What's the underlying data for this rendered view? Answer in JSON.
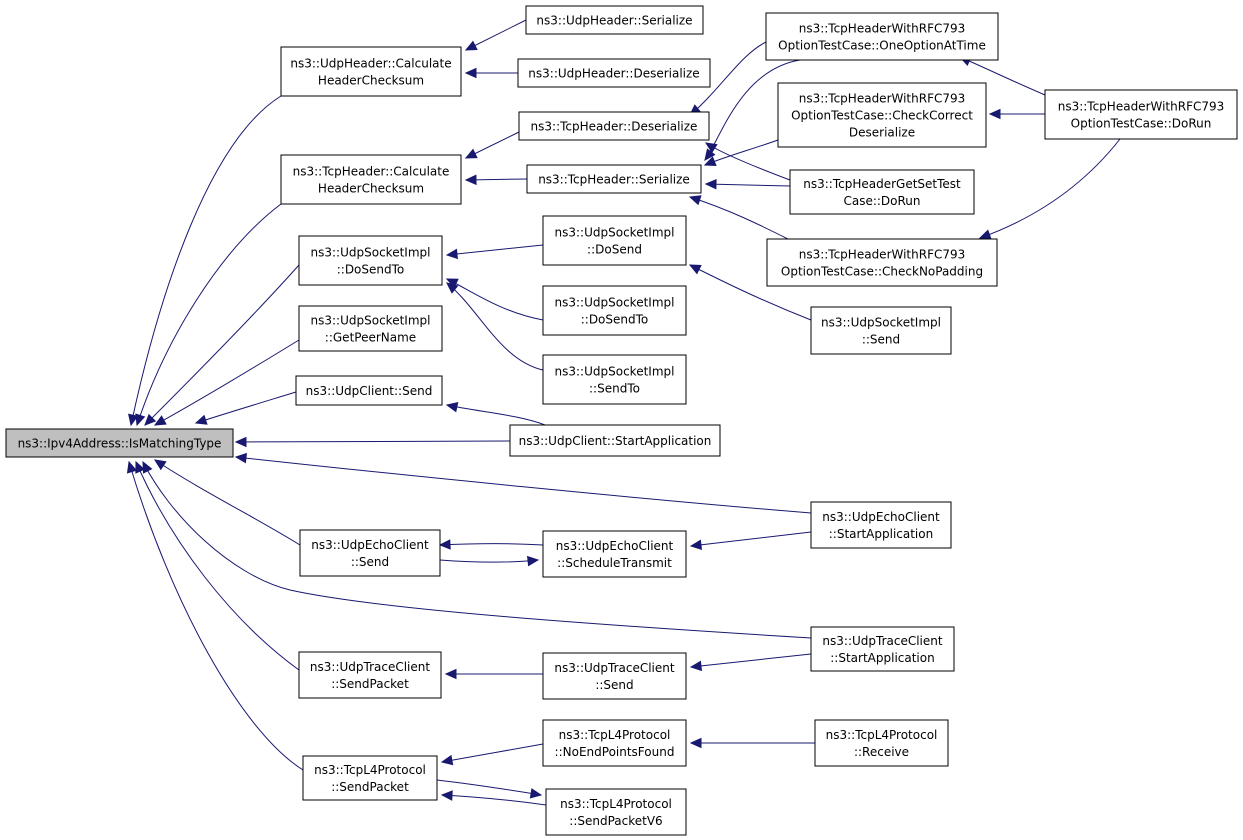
{
  "nodes": [
    {
      "id": "n0",
      "lines": [
        "ns3::Ipv4Address::IsMatchingType"
      ]
    },
    {
      "id": "n1",
      "lines": [
        "ns3::UdpHeader::Calculate",
        "HeaderChecksum"
      ]
    },
    {
      "id": "n2",
      "lines": [
        "ns3::UdpHeader::Serialize"
      ]
    },
    {
      "id": "n3",
      "lines": [
        "ns3::UdpHeader::Deserialize"
      ]
    },
    {
      "id": "n4",
      "lines": [
        "ns3::TcpHeader::Calculate",
        "HeaderChecksum"
      ]
    },
    {
      "id": "n5",
      "lines": [
        "ns3::TcpHeader::Deserialize"
      ]
    },
    {
      "id": "n6",
      "lines": [
        "ns3::TcpHeader::Serialize"
      ]
    },
    {
      "id": "n7",
      "lines": [
        "ns3::TcpHeaderWithRFC793",
        "OptionTestCase::OneOptionAtTime"
      ]
    },
    {
      "id": "n8",
      "lines": [
        "ns3::TcpHeaderWithRFC793",
        "OptionTestCase::CheckCorrect",
        "Deserialize"
      ]
    },
    {
      "id": "n9",
      "lines": [
        "ns3::TcpHeaderWithRFC793",
        "OptionTestCase::DoRun"
      ]
    },
    {
      "id": "n10",
      "lines": [
        "ns3::TcpHeaderGetSetTest",
        "Case::DoRun"
      ]
    },
    {
      "id": "n11",
      "lines": [
        "ns3::TcpHeaderWithRFC793",
        "OptionTestCase::CheckNoPadding"
      ]
    },
    {
      "id": "n12",
      "lines": [
        "ns3::UdpSocketImpl",
        "::DoSendTo"
      ]
    },
    {
      "id": "n13",
      "lines": [
        "ns3::UdpSocketImpl",
        "::DoSend"
      ]
    },
    {
      "id": "n14",
      "lines": [
        "ns3::UdpSocketImpl",
        "::DoSendTo"
      ]
    },
    {
      "id": "n15",
      "lines": [
        "ns3::UdpSocketImpl",
        "::SendTo"
      ]
    },
    {
      "id": "n16",
      "lines": [
        "ns3::UdpSocketImpl",
        "::Send"
      ]
    },
    {
      "id": "n17",
      "lines": [
        "ns3::UdpSocketImpl",
        "::GetPeerName"
      ]
    },
    {
      "id": "n18",
      "lines": [
        "ns3::UdpClient::Send"
      ]
    },
    {
      "id": "n19",
      "lines": [
        "ns3::UdpClient::StartApplication"
      ]
    },
    {
      "id": "n20",
      "lines": [
        "ns3::UdpEchoClient",
        "::Send"
      ]
    },
    {
      "id": "n21",
      "lines": [
        "ns3::UdpEchoClient",
        "::ScheduleTransmit"
      ]
    },
    {
      "id": "n22",
      "lines": [
        "ns3::UdpEchoClient",
        "::StartApplication"
      ]
    },
    {
      "id": "n23",
      "lines": [
        "ns3::UdpTraceClient",
        "::SendPacket"
      ]
    },
    {
      "id": "n24",
      "lines": [
        "ns3::UdpTraceClient",
        "::Send"
      ]
    },
    {
      "id": "n25",
      "lines": [
        "ns3::UdpTraceClient",
        "::StartApplication"
      ]
    },
    {
      "id": "n26",
      "lines": [
        "ns3::TcpL4Protocol",
        "::SendPacket"
      ]
    },
    {
      "id": "n27",
      "lines": [
        "ns3::TcpL4Protocol",
        "::NoEndPointsFound"
      ]
    },
    {
      "id": "n28",
      "lines": [
        "ns3::TcpL4Protocol",
        "::Receive"
      ]
    },
    {
      "id": "n29",
      "lines": [
        "ns3::TcpL4Protocol",
        "::SendPacketV6"
      ]
    }
  ],
  "edges": [
    {
      "from": "n1",
      "to": "n0"
    },
    {
      "from": "n4",
      "to": "n0"
    },
    {
      "from": "n12",
      "to": "n0"
    },
    {
      "from": "n17",
      "to": "n0"
    },
    {
      "from": "n18",
      "to": "n0"
    },
    {
      "from": "n19",
      "to": "n0"
    },
    {
      "from": "n22",
      "to": "n0"
    },
    {
      "from": "n20",
      "to": "n0"
    },
    {
      "from": "n25",
      "to": "n0"
    },
    {
      "from": "n23",
      "to": "n0"
    },
    {
      "from": "n26",
      "to": "n0"
    },
    {
      "from": "n2",
      "to": "n1"
    },
    {
      "from": "n3",
      "to": "n1"
    },
    {
      "from": "n5",
      "to": "n4"
    },
    {
      "from": "n6",
      "to": "n4"
    },
    {
      "from": "n7",
      "to": "n5"
    },
    {
      "from": "n10",
      "to": "n5"
    },
    {
      "from": "n7",
      "to": "n6"
    },
    {
      "from": "n8",
      "to": "n6"
    },
    {
      "from": "n10",
      "to": "n6"
    },
    {
      "from": "n11",
      "to": "n6"
    },
    {
      "from": "n9",
      "to": "n7"
    },
    {
      "from": "n9",
      "to": "n8"
    },
    {
      "from": "n9",
      "to": "n11"
    },
    {
      "from": "n13",
      "to": "n12"
    },
    {
      "from": "n14",
      "to": "n12"
    },
    {
      "from": "n15",
      "to": "n12"
    },
    {
      "from": "n16",
      "to": "n13"
    },
    {
      "from": "n19",
      "to": "n18"
    },
    {
      "from": "n21",
      "to": "n20"
    },
    {
      "from": "n20",
      "to": "n21"
    },
    {
      "from": "n22",
      "to": "n21"
    },
    {
      "from": "n24",
      "to": "n23"
    },
    {
      "from": "n25",
      "to": "n24"
    },
    {
      "from": "n27",
      "to": "n26"
    },
    {
      "from": "n29",
      "to": "n26"
    },
    {
      "from": "n26",
      "to": "n29"
    },
    {
      "from": "n28",
      "to": "n27"
    }
  ]
}
